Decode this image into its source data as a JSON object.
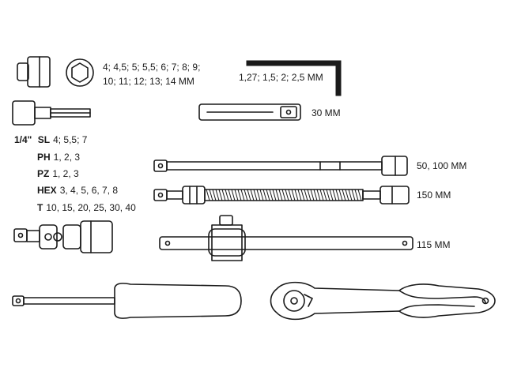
{
  "labels": {
    "socket_sizes_line1": "4; 4,5; 5; 5,5; 6; 7; 8; 9;",
    "socket_sizes_line2": "10; 11; 12; 13; 14 MM",
    "hex_key_sizes": "1,27; 1,5; 2; 2,5 MM",
    "bit_holder_length": "30 MM",
    "extension_lengths": "50, 100 MM",
    "flex_extension_length": "150 MM",
    "t_bar_length": "115 MM"
  },
  "bits": {
    "drive": "1/4\"",
    "rows": [
      {
        "type": "SL",
        "sizes": "4; 5,5; 7"
      },
      {
        "type": "PH",
        "sizes": "1, 2, 3"
      },
      {
        "type": "PZ",
        "sizes": "1, 2, 3"
      },
      {
        "type": "HEX",
        "sizes": "3, 4, 5, 6, 7, 8"
      },
      {
        "type": "T",
        "sizes": "10, 15, 20, 25, 30, 40"
      }
    ]
  },
  "colors": {
    "line": "#1a1a1a",
    "background": "#ffffff"
  }
}
